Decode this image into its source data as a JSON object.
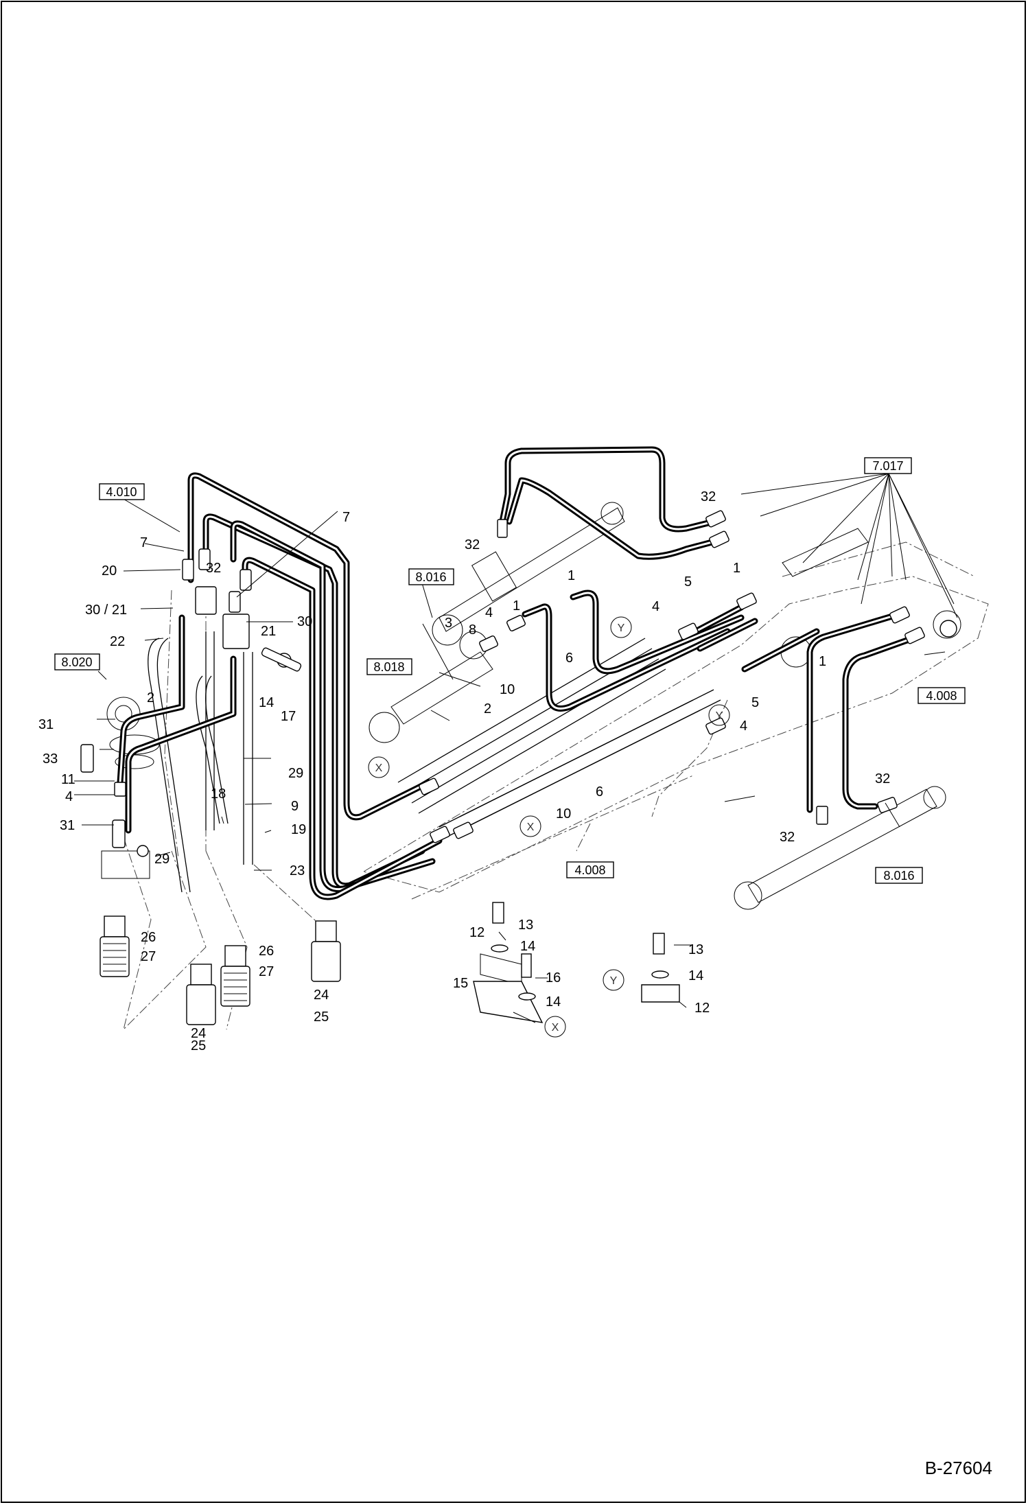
{
  "drawing_code": "B-27604",
  "reference_boxes": [
    "4.010",
    "7.017",
    "8.016",
    "8.020",
    "8.018",
    "4.008",
    "4.008",
    "8.016"
  ],
  "callouts": [
    "7",
    "7",
    "20",
    "30 / 21",
    "22",
    "32",
    "21",
    "30",
    "14",
    "17",
    "2",
    "31",
    "33",
    "11",
    "4",
    "31",
    "29",
    "18",
    "9",
    "19",
    "29",
    "23",
    "26",
    "27",
    "24",
    "25",
    "26",
    "27",
    "24",
    "25",
    "32",
    "32",
    "3",
    "8",
    "4",
    "1",
    "1",
    "2",
    "10",
    "6",
    "10",
    "6",
    "1",
    "5",
    "4",
    "1",
    "5",
    "4",
    "32",
    "32",
    "12",
    "13",
    "14",
    "15",
    "16",
    "14",
    "13",
    "14",
    "12"
  ],
  "section_markers": [
    "X",
    "X",
    "X",
    "Y",
    "Y",
    "Y"
  ]
}
